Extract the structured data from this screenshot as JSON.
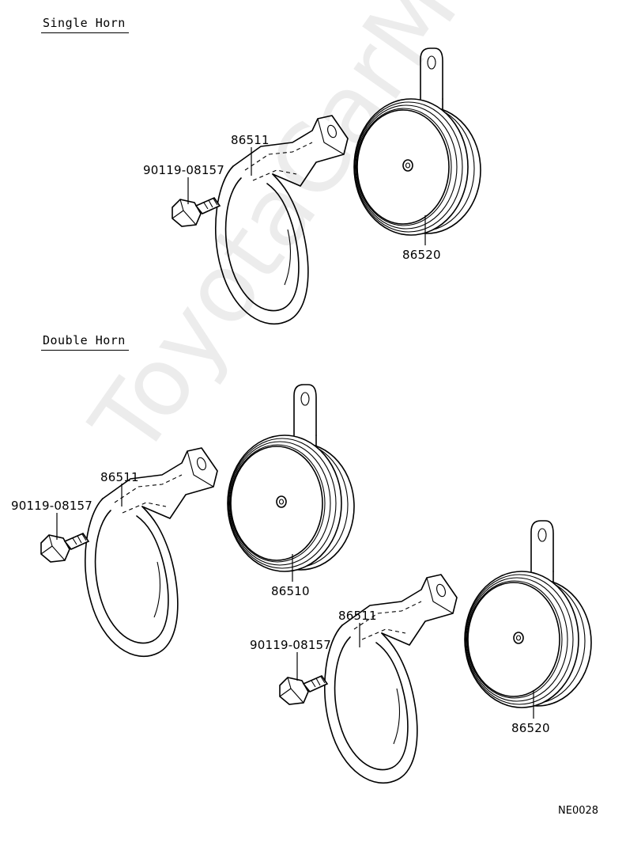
{
  "headings": {
    "single": "Single Horn",
    "double": "Double Horn"
  },
  "callouts": {
    "single_bracket": "86511",
    "single_bolt": "90119-08157",
    "single_horn": "86520",
    "double_bracket_1": "86511",
    "double_bolt_1": "90119-08157",
    "double_horn_1": "86510",
    "double_bracket_2": "86511",
    "double_bolt_2": "90119-08157",
    "double_horn_2": "86520"
  },
  "diagram_code": "NE0028",
  "watermark": "ToyotaCarMine.ru"
}
